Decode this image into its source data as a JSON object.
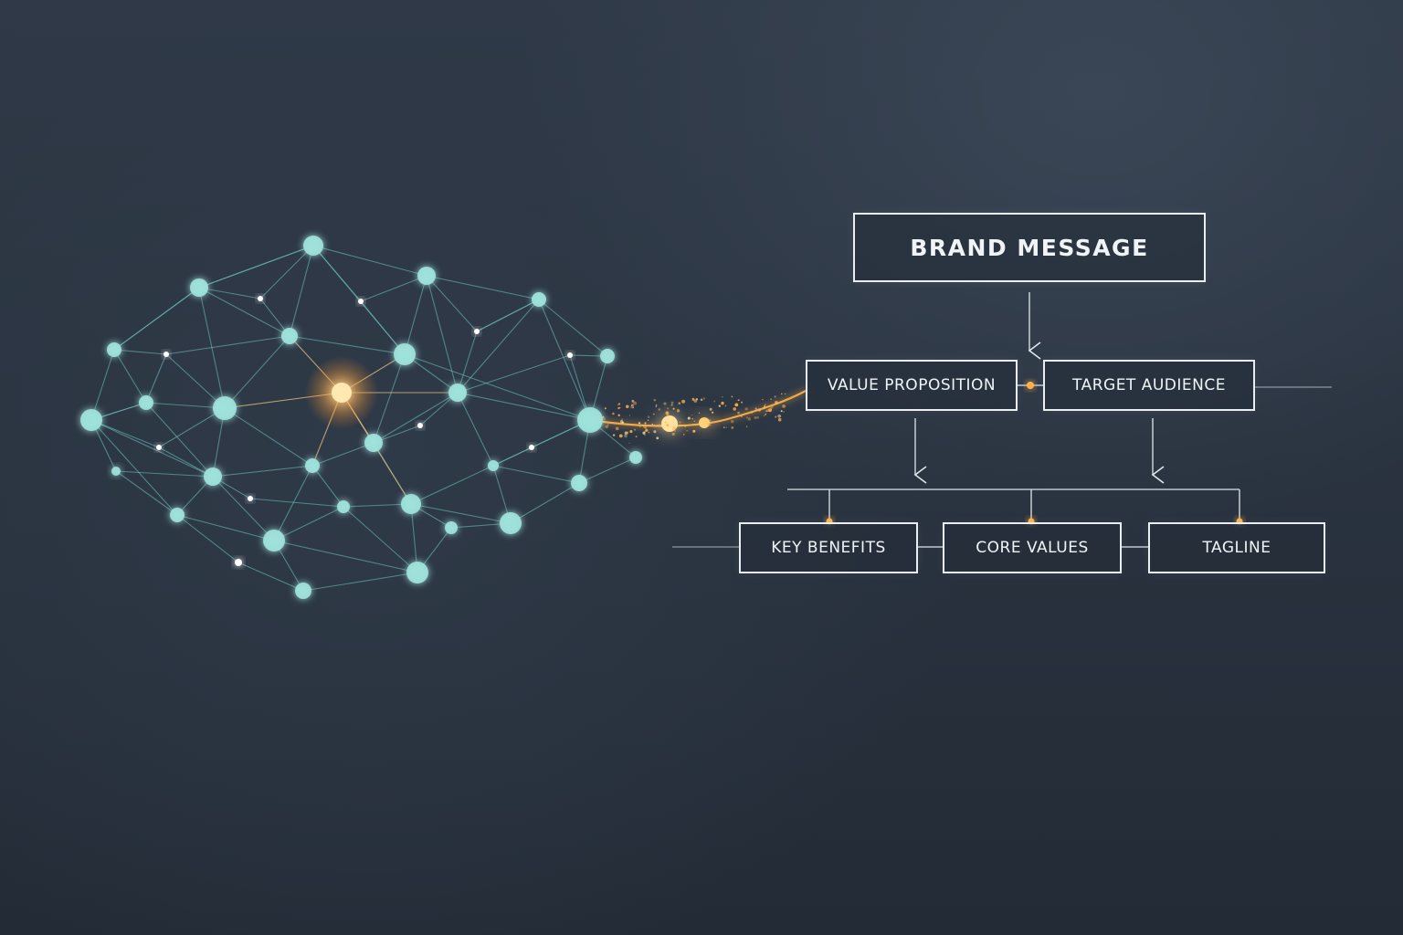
{
  "diagram": {
    "root": {
      "label": "BRAND MESSAGE"
    },
    "level2": [
      {
        "label": "VALUE PROPOSITION"
      },
      {
        "label": "TARGET AUDIENCE"
      }
    ],
    "level3": [
      {
        "label": "KEY BENEFITS"
      },
      {
        "label": "CORE VALUES"
      },
      {
        "label": "TAGLINE"
      }
    ]
  },
  "colors": {
    "network_node": "#9fe3dc",
    "network_edge": "#6fc9c2",
    "glow_accent": "#ffb24a",
    "box_border": "#e9eef2",
    "connector": "#cfd6dc"
  }
}
